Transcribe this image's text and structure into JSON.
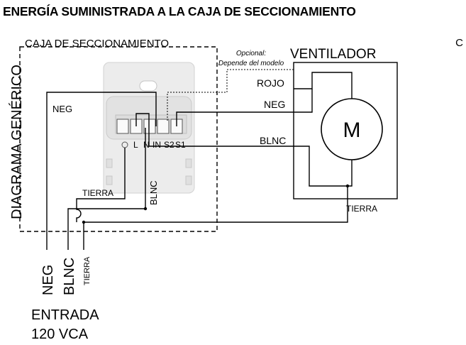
{
  "title": "ENERGÍA SUMINISTRADA A LA CAJA DE SECCIONAMIENTO",
  "side_label": "C",
  "vertical_title": "DIAGRAMA GENÉRICO",
  "junction_box": {
    "label": "CAJA DE SECCIONAMIENTO",
    "terminals": [
      "L",
      "N",
      "IN",
      "S2",
      "S1"
    ]
  },
  "optional_note": {
    "line1": "Opcional:",
    "line2": "Depende del modelo"
  },
  "fan": {
    "label": "VENTILADOR",
    "motor": "M",
    "wires": {
      "red": "ROJO",
      "black": "NEG",
      "white": "BLNC",
      "ground": "TIERRA"
    }
  },
  "box_wires": {
    "black": "NEG",
    "white": "BLNC",
    "ground": "TIERRA"
  },
  "input": {
    "black": "NEG",
    "white": "BLNC",
    "ground": "TIERRA",
    "label": "ENTRADA",
    "voltage": "120 VCA"
  }
}
